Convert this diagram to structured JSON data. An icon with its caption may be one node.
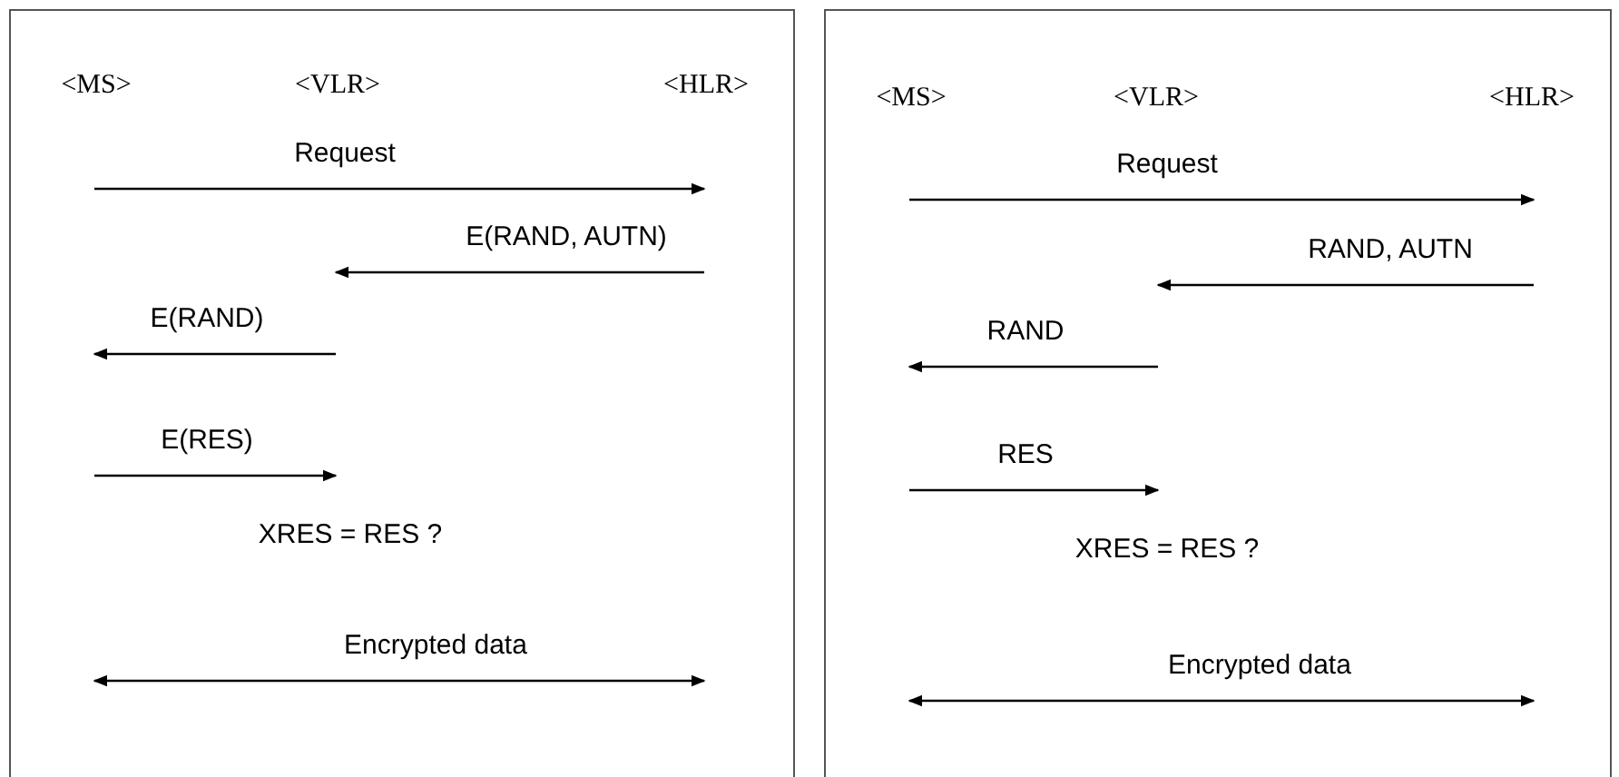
{
  "diagram": {
    "nodes": [
      {
        "text": [],
        "shape": "box"
      },
      {
        "text": [
          "<MS>"
        ],
        "in": 0
      },
      {
        "text": [
          "<VLR>"
        ],
        "in": 0
      },
      {
        "text": [
          "<HLR>"
        ],
        "in": 0
      },
      {
        "text": [],
        "shape": "box"
      },
      {
        "text": [
          "<MS>"
        ],
        "in": 4
      },
      {
        "text": [
          "<VLR>"
        ],
        "in": 4
      },
      {
        "text": [
          "<HLR>"
        ],
        "in": 4
      }
    ],
    "labels": [
      "Request",
      "E(RAND, AUTN)",
      "E(RAND)",
      "E(RES)",
      "XRES = RES ?",
      "Encrypted data",
      "Request",
      "RAND, AUTN",
      "RAND",
      "RES",
      "XRES = RES ?",
      "Encrypted data"
    ]
  }
}
